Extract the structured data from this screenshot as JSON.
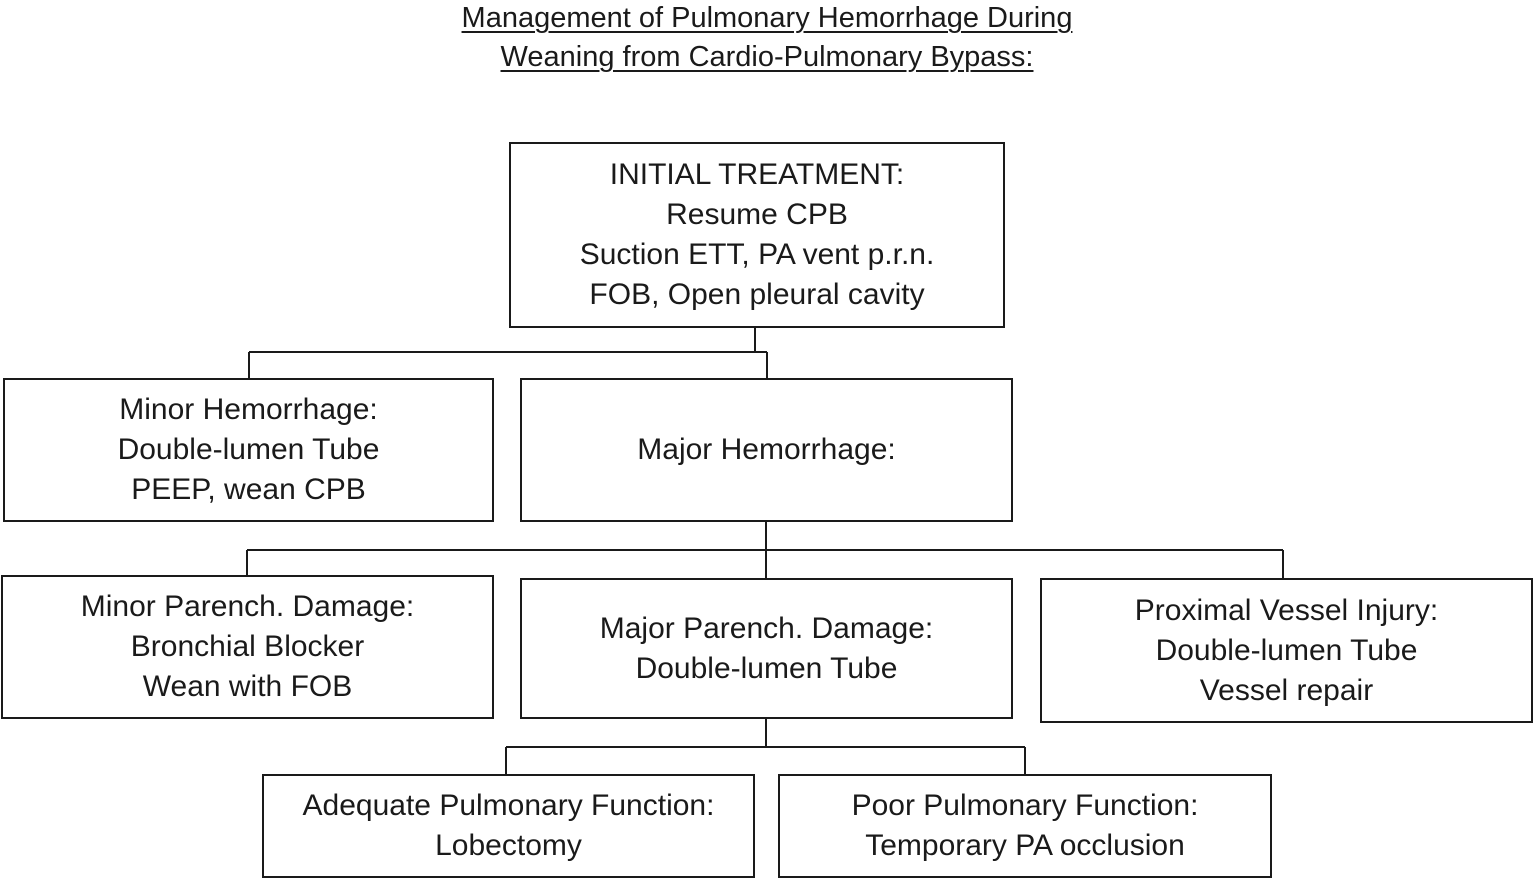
{
  "title": {
    "line1": "Management of Pulmonary Hemorrhage During",
    "line2": "Weaning from Cardio-Pulmonary Bypass:"
  },
  "boxes": {
    "initial": {
      "heading": "INITIAL TREATMENT:",
      "lines": [
        "Resume CPB",
        "Suction ETT, PA vent p.r.n.",
        "FOB, Open pleural cavity"
      ]
    },
    "minor_hemorrhage": {
      "heading": "Minor Hemorrhage:",
      "lines": [
        "Double-lumen Tube",
        "PEEP, wean CPB"
      ]
    },
    "major_hemorrhage": {
      "heading": "Major Hemorrhage:"
    },
    "minor_parench": {
      "heading": "Minor Parench. Damage:",
      "lines": [
        "Bronchial Blocker",
        "Wean with FOB"
      ]
    },
    "major_parench": {
      "heading": "Major Parench. Damage:",
      "lines": [
        "Double-lumen Tube"
      ]
    },
    "proximal_vessel": {
      "heading": "Proximal Vessel Injury:",
      "lines": [
        "Double-lumen Tube",
        "Vessel repair"
      ]
    },
    "adequate_function": {
      "heading": "Adequate Pulmonary Function:",
      "lines": [
        "Lobectomy"
      ]
    },
    "poor_function": {
      "heading": "Poor Pulmonary Function:",
      "lines": [
        "Temporary PA occlusion"
      ]
    }
  }
}
